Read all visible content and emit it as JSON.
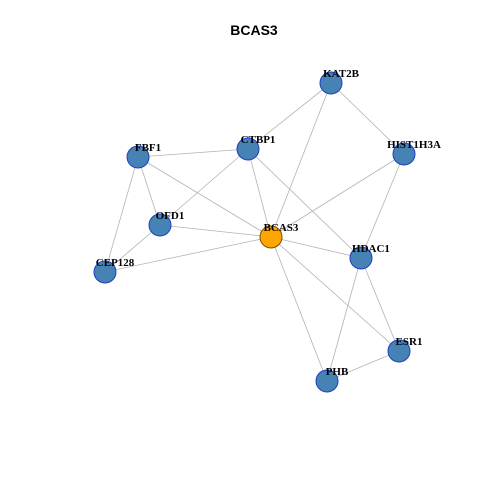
{
  "title": "BCAS3",
  "colors": {
    "hub_fill": "#FFA500",
    "node_fill": "#4682B4"
  },
  "nodes": [
    {
      "id": "BCAS3",
      "label": "BCAS3",
      "hub": true
    },
    {
      "id": "KAT2B",
      "label": "KAT2B"
    },
    {
      "id": "CTBP1",
      "label": "CTBP1"
    },
    {
      "id": "FBF1",
      "label": "FBF1"
    },
    {
      "id": "HIST1H3A",
      "label": "HIST1H3A"
    },
    {
      "id": "OFD1",
      "label": "OFD1"
    },
    {
      "id": "HDAC1",
      "label": "HDAC1"
    },
    {
      "id": "CEP128",
      "label": "CEP128"
    },
    {
      "id": "ESR1",
      "label": "ESR1"
    },
    {
      "id": "PHB",
      "label": "PHB"
    }
  ],
  "edges": [
    [
      "BCAS3",
      "KAT2B"
    ],
    [
      "BCAS3",
      "CTBP1"
    ],
    [
      "BCAS3",
      "FBF1"
    ],
    [
      "BCAS3",
      "HIST1H3A"
    ],
    [
      "BCAS3",
      "OFD1"
    ],
    [
      "BCAS3",
      "HDAC1"
    ],
    [
      "BCAS3",
      "CEP128"
    ],
    [
      "BCAS3",
      "ESR1"
    ],
    [
      "BCAS3",
      "PHB"
    ],
    [
      "KAT2B",
      "CTBP1"
    ],
    [
      "KAT2B",
      "HIST1H3A"
    ],
    [
      "CTBP1",
      "FBF1"
    ],
    [
      "CTBP1",
      "OFD1"
    ],
    [
      "CTBP1",
      "HDAC1"
    ],
    [
      "FBF1",
      "OFD1"
    ],
    [
      "FBF1",
      "CEP128"
    ],
    [
      "OFD1",
      "CEP128"
    ],
    [
      "HIST1H3A",
      "HDAC1"
    ],
    [
      "HDAC1",
      "ESR1"
    ],
    [
      "HDAC1",
      "PHB"
    ],
    [
      "ESR1",
      "PHB"
    ]
  ]
}
